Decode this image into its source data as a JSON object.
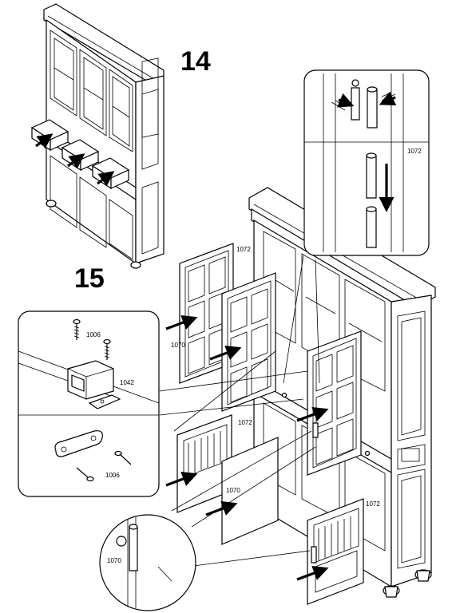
{
  "steps": [
    {
      "number": "14"
    },
    {
      "number": "15"
    }
  ],
  "part_labels": {
    "screw_top": "1006",
    "screw_bottom": "1006",
    "catch": "1042",
    "hinge_pin_right": "1072",
    "door_top_right": "1072",
    "door_top_left": "1070",
    "door_mid": "1072",
    "door_bottom_mid": "1070",
    "door_bottom_right": "1072",
    "hinge_detail_left": "1070"
  },
  "icons": [
    "arrow-icon",
    "screw-icon",
    "hinge-pin-icon",
    "magnetic-catch-icon",
    "strike-plate-icon"
  ]
}
